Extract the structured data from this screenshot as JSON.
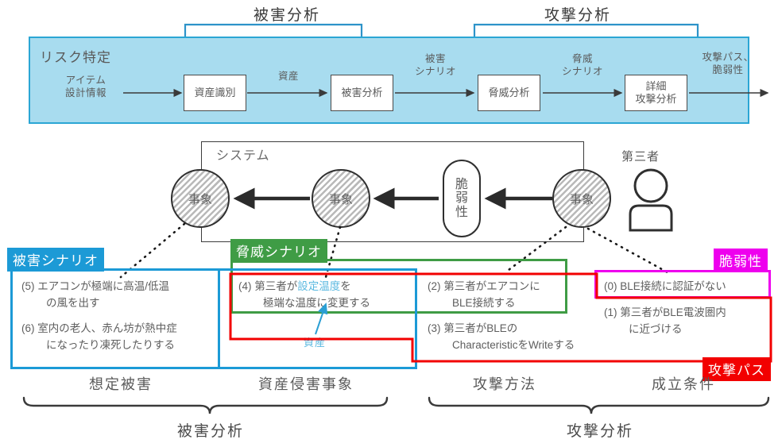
{
  "top_brackets": [
    {
      "id": "damage",
      "label": "被害分析"
    },
    {
      "id": "attack",
      "label": "攻撃分析"
    }
  ],
  "band": {
    "title": "リスク特定",
    "input_label": "アイテム\n設計情報",
    "input_line1": "アイテム",
    "input_line2": "設計情報",
    "boxes": [
      {
        "id": "asset-identification",
        "line1": "資産識別",
        "line2": ""
      },
      {
        "id": "damage-analysis",
        "line1": "被害分析",
        "line2": ""
      },
      {
        "id": "threat-analysis",
        "line1": "脅威分析",
        "line2": ""
      },
      {
        "id": "detailed-attack-analysis",
        "line1": "詳細",
        "line2": "攻撃分析"
      }
    ],
    "flow_labels": [
      {
        "id": "asset",
        "line1": "資産",
        "line2": ""
      },
      {
        "id": "damage-scenario",
        "line1": "被害",
        "line2": "シナリオ"
      },
      {
        "id": "threat-scenario",
        "line1": "脅威",
        "line2": "シナリオ"
      },
      {
        "id": "attack-path-vuln",
        "line1": "攻撃パス、",
        "line2": "脆弱性"
      }
    ]
  },
  "system": {
    "label": "システム",
    "third_party_label": "第三者",
    "events": [
      "事象",
      "事象",
      "事象"
    ],
    "vulnerability": "脆弱性",
    "vulnerability_chars": [
      "脆",
      "弱",
      "性"
    ]
  },
  "frames": {
    "damage_scenario": {
      "tag": "被害シナリオ",
      "color": "#1c9ad6"
    },
    "threat_scenario": {
      "tag": "脅威シナリオ",
      "color": "#3f9c45"
    },
    "vulnerability": {
      "tag": "脆弱性",
      "color": "#ee00ee"
    },
    "attack_path": {
      "tag": "攻撃パス",
      "color": "#f20000"
    }
  },
  "items": {
    "damage": [
      {
        "num": "(5)",
        "line1": "エアコンが極端に高温/低温",
        "line2": "の風を出す"
      },
      {
        "num": "(6)",
        "line1": "室内の老人、赤ん坊が熱中症",
        "line2": "になったり凍死したりする"
      }
    ],
    "asset_violation": [
      {
        "num": "(4)",
        "line1_a": "第三者が",
        "line1_hl": "設定温度",
        "line1_b": "を",
        "line2": "極端な温度に変更する"
      }
    ],
    "asset_callout": "資産",
    "attack_method": [
      {
        "num": "(2)",
        "line1": "第三者がエアコンに",
        "line2": "BLE接続する"
      },
      {
        "num": "(3)",
        "line1": "第三者がBLEの",
        "line2": "CharacteristicをWriteする"
      }
    ],
    "conditions": [
      {
        "num": "(0)",
        "line1": "BLE接続に認証がない",
        "line2": ""
      },
      {
        "num": "(1)",
        "line1": "第三者がBLE電波圏内",
        "line2": "に近づける"
      }
    ]
  },
  "column_captions": [
    "想定被害",
    "資産侵害事象",
    "攻撃方法",
    "成立条件"
  ],
  "bottom_captions": [
    "被害分析",
    "攻撃分析"
  ]
}
